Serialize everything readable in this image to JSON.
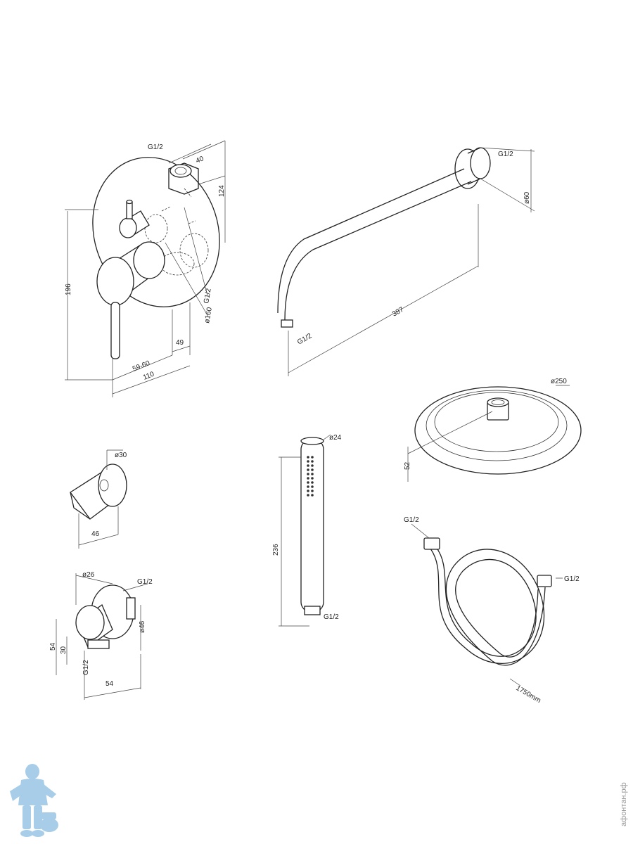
{
  "mixer": {
    "thread": "G1/2",
    "w_40": "40",
    "h_124": "124",
    "h_196": "196",
    "d_49": "49",
    "d_59_60": "59-60",
    "d_110": "110",
    "thread2": "G1/2",
    "dia_160": "ø160"
  },
  "arm": {
    "thread_top": "G1/2",
    "dia_60": "ø60",
    "len_387": "387",
    "thread_bottom": "G1/2"
  },
  "holder": {
    "dia_30": "ø30",
    "w_46": "46"
  },
  "outlet": {
    "dia_26": "ø26",
    "thread_side": "G1/2",
    "h_54": "54",
    "h_30": "30",
    "dia_46": "ø46",
    "thread_bottom": "G1/2",
    "w_54": "54"
  },
  "handshower": {
    "dia_24": "ø24",
    "len_236": "236",
    "thread": "G1/2"
  },
  "rainshower": {
    "dia_250": "ø250",
    "h_52": "52"
  },
  "hose": {
    "thread_left": "G1/2",
    "thread_right": "G1/2",
    "length": "1750mm"
  },
  "watermark": "афонтан.рф",
  "colors": {
    "line": "#222222",
    "watermark": "#9a9a9a",
    "mascot": "#a7cde8"
  }
}
